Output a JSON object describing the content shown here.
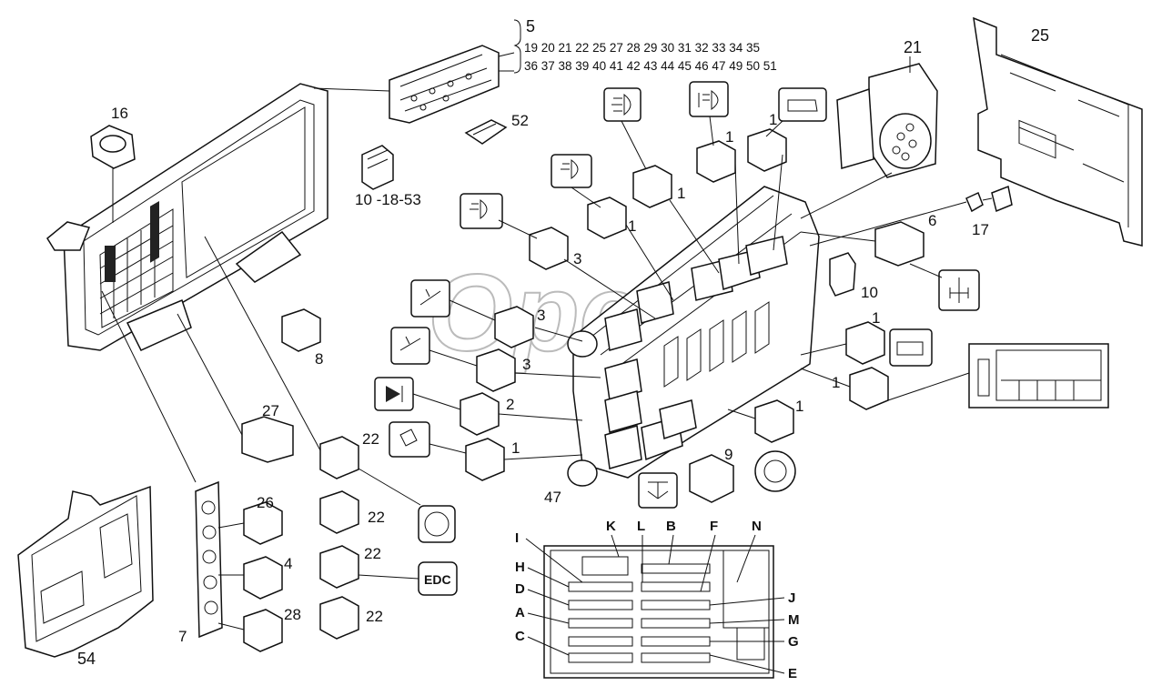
{
  "diagram": {
    "callouts": {
      "c5": "5",
      "c5_list_line1": "19 20 21 22 25 27 28 29 30 31 32 33 34 35",
      "c5_list_line2": "36 37 38 39 40 41 42 43 44 45 46 47 49 50 51",
      "c52": "52",
      "c16": "16",
      "c10_18_53": "10 -18-53",
      "c21": "21",
      "c25": "25",
      "c17": "17",
      "c6": "6",
      "c10": "10",
      "c8": "8",
      "c27": "27",
      "c22a": "22",
      "c22b": "22",
      "c22c": "22",
      "c22d": "22",
      "c26": "26",
      "c4": "4",
      "c28": "28",
      "c7": "7",
      "c54": "54",
      "c47": "47",
      "c9": "9",
      "r1a": "1",
      "r1b": "1",
      "r1c": "1",
      "r1d": "1",
      "r1e": "1",
      "r1f": "1",
      "r1g": "1",
      "r1h": "1",
      "r3a": "3",
      "r3b": "3",
      "r3c": "3",
      "r2": "2"
    },
    "edc_label": "EDC",
    "fuse_letters": {
      "I": "I",
      "K": "K",
      "L": "L",
      "B": "B",
      "F": "F",
      "N": "N",
      "H": "H",
      "D": "D",
      "A": "A",
      "C": "C",
      "J": "J",
      "M": "M",
      "G": "G",
      "E": "E"
    },
    "watermark": "Opel"
  }
}
